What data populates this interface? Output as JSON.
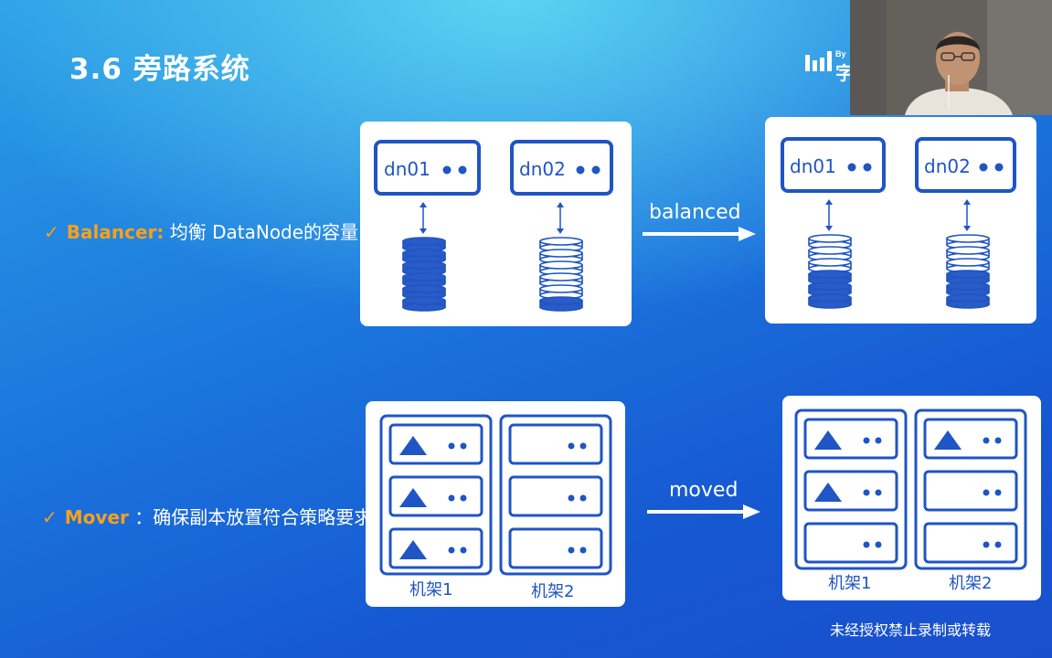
{
  "slide": {
    "title": "3.6 旁路系统",
    "logo": {
      "by_text": "By",
      "char": "字"
    },
    "footer_notice": "未经授权禁止录制或转载"
  },
  "balancer": {
    "check": "✓",
    "keyword": "Balancer:",
    "description": "均衡 DataNode的容量",
    "arrow_label": "balanced",
    "before": {
      "nodes": [
        {
          "name": "dn01",
          "filled_discs": 6,
          "total_discs": 6
        },
        {
          "name": "dn02",
          "filled_discs": 1,
          "total_discs": 6
        }
      ]
    },
    "after": {
      "nodes": [
        {
          "name": "dn01",
          "filled_discs": 3,
          "total_discs": 6
        },
        {
          "name": "dn02",
          "filled_discs": 3,
          "total_discs": 6
        }
      ]
    }
  },
  "mover": {
    "check": "✓",
    "keyword": "Mover",
    "description": "：确保副本放置符合策略要求",
    "arrow_label": "moved",
    "before": {
      "racks": [
        {
          "label": "机架1",
          "slots_with_triangle": [
            true,
            true,
            true
          ]
        },
        {
          "label": "机架2",
          "slots_with_triangle": [
            false,
            false,
            false
          ]
        }
      ]
    },
    "after": {
      "racks": [
        {
          "label": "机架1",
          "slots_with_triangle": [
            true,
            true,
            false
          ]
        },
        {
          "label": "机架2",
          "slots_with_triangle": [
            true,
            false,
            false
          ]
        }
      ]
    }
  },
  "colors": {
    "accent_orange": "#f7a11b",
    "node_blue": "#1f55c4",
    "disc_fill": "#2a5bc7"
  }
}
